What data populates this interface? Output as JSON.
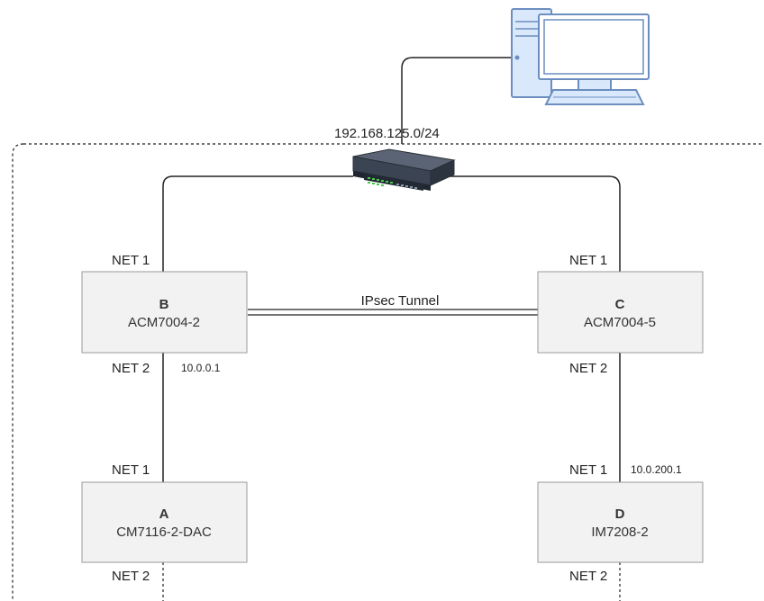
{
  "subnet_label": "192.168.125.0/24",
  "tunnel_label": "IPsec Tunnel",
  "devices": {
    "b": {
      "id": "B",
      "model": "ACM7004-2",
      "top_port": "NET 1",
      "bottom_port": "NET 2",
      "address": "10.0.0.1"
    },
    "c": {
      "id": "C",
      "model": "ACM7004-5",
      "top_port": "NET 1",
      "bottom_port": "NET 2"
    },
    "a": {
      "id": "A",
      "model": "CM7116-2-DAC",
      "top_port": "NET 1",
      "bottom_port": "NET 2"
    },
    "d": {
      "id": "D",
      "model": "IM7208-2",
      "top_port": "NET 1",
      "bottom_port": "NET 2",
      "address": "10.0.200.1"
    }
  },
  "icons": {
    "computer": "desktop-computer-icon",
    "switch": "network-switch-icon"
  },
  "colors": {
    "box_fill": "#f2f2f2",
    "box_stroke": "#999999",
    "computer": "#6c8ebf",
    "switch": "#3d4a5c",
    "ports": "#48c748"
  }
}
